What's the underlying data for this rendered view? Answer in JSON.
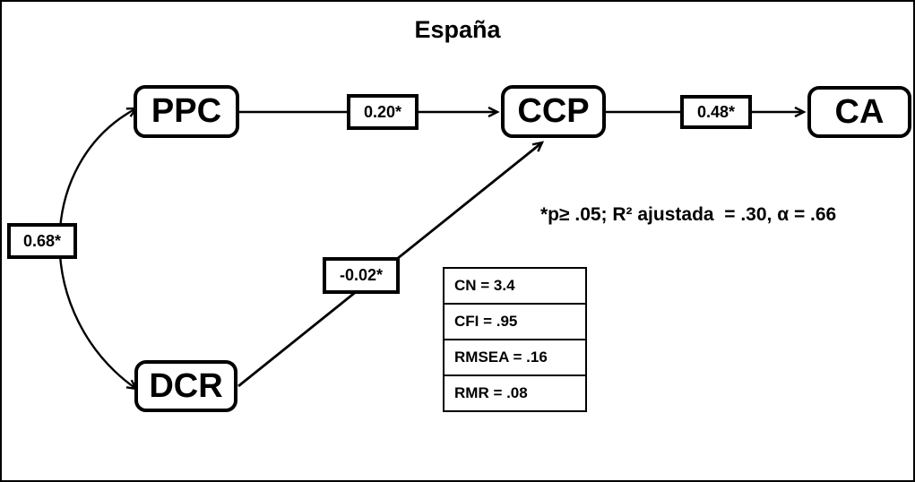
{
  "title": "España",
  "nodes": [
    {
      "id": "ppc",
      "label": "PPC"
    },
    {
      "id": "ccp",
      "label": "CCP"
    },
    {
      "id": "ca",
      "label": "CA"
    },
    {
      "id": "dcr",
      "label": "DCR"
    }
  ],
  "paths": [
    {
      "from": "PPC",
      "to": "CCP",
      "coefficient": "0.20*",
      "type": "directed"
    },
    {
      "from": "CCP",
      "to": "CA",
      "coefficient": "0.48*",
      "type": "directed"
    },
    {
      "from": "PPC",
      "to": "DCR",
      "coefficient": "0.68*",
      "type": "covariance-double-arrow"
    },
    {
      "from": "DCR",
      "to": "CCP",
      "coefficient": "-0.02*",
      "type": "directed"
    }
  ],
  "fit_stats": {
    "rows": [
      "CN = 3.4",
      "CFI = .95",
      "RMSEA = .16",
      "RMR = .08"
    ]
  },
  "annotation": "*p≥ .05; R² ajustada  = .30, α = .66",
  "colors": {
    "line": "#000000",
    "background": "#ffffff",
    "text": "#000000"
  }
}
